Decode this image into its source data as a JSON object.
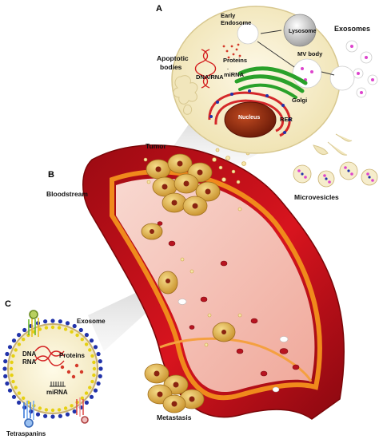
{
  "panels": {
    "a": "A",
    "b": "B",
    "c": "C"
  },
  "cell": {
    "lysosome": "Lysosome",
    "early_endosome_line1": "Early",
    "early_endosome_line2": "Endosome",
    "proteins": "Proteins",
    "dna_rna": "DNA/RNA",
    "mirna": "miRNA",
    "mirna_glyph": "-",
    "mv_body": "MV body",
    "golgi": "Golgi",
    "nucleus": "Nucleus",
    "rer": "RER"
  },
  "labels": {
    "exosomes": "Exosomes",
    "apoptotic_line1": "Apoptotic",
    "apoptotic_line2": "bodies",
    "tumor": "Tumor",
    "bloodstream": "Bloodstream",
    "microvesicles": "Microvesicles",
    "metastasis": "Metastasis"
  },
  "exosome": {
    "title": "Exosome",
    "dna_line1": "DNA",
    "dna_line2": "RNA",
    "proteins": "Proteins",
    "mirna": "miRNA",
    "tetraspanins": "Tetraspanins"
  },
  "colors": {
    "vessel_outer": "#c8101c",
    "vessel_inner": "#f4b8b0",
    "vessel_edge": "#f08a1c",
    "cell_fill": "#f7eed0",
    "tumor_cell": "#e6c060",
    "golgi": "#2aa12a",
    "rer": "#d4282a",
    "nucleus": "#8a2410",
    "membrane_dot": "#2233aa",
    "lipid_head": "#e6d010"
  }
}
